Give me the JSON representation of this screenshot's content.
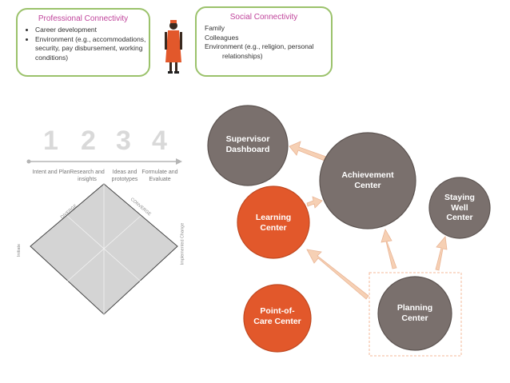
{
  "professional": {
    "title": "Professional Connectivity",
    "items": [
      "Career development",
      "Environment (e.g., accommodations, security, pay disbursement, working conditions)"
    ]
  },
  "social": {
    "title": "Social Connectivity",
    "lines": [
      "Family",
      "Colleagues",
      "Environment (e.g., religion, personal",
      "relationships)"
    ]
  },
  "process": {
    "steps": [
      {
        "num": "1",
        "label": "Intent and Plan"
      },
      {
        "num": "2",
        "label": "Research and insights"
      },
      {
        "num": "3",
        "label": "Ideas and prototypes"
      },
      {
        "num": "4",
        "label": "Formulate and Evaluate"
      }
    ],
    "diverge": "DIVERGE",
    "converge": "CONVERGE",
    "left_axis": "Initiate",
    "right_axis": "Implemented Change"
  },
  "centers": {
    "supervisor": "Supervisor Dashboard",
    "achievement": "Achievement Center",
    "learning": "Learning Center",
    "staying_well": "Staying Well Center",
    "planning": "Planning Center",
    "point_of_care": "Point-of-Care Center"
  },
  "colors": {
    "gray": "#7a706d",
    "orange": "#e2582b",
    "arrow": "#f6d0b4",
    "box_border": "#9bc26b",
    "title_pink": "#c0449b"
  }
}
